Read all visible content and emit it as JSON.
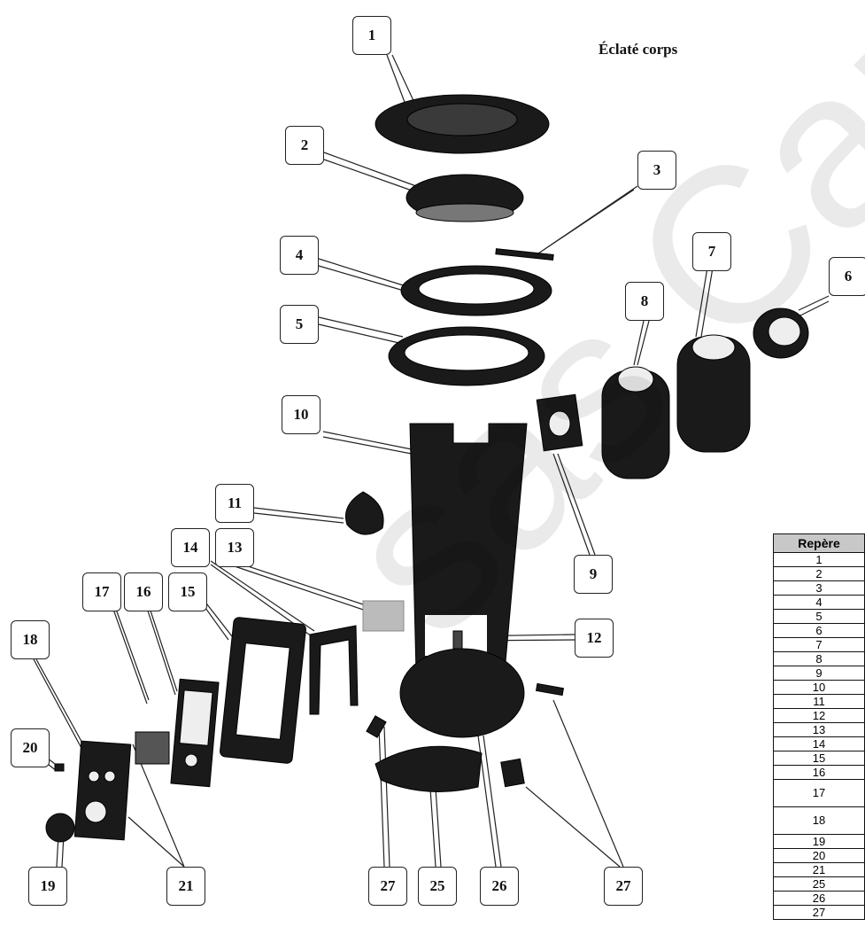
{
  "title": "Éclaté corps",
  "table": {
    "header": "Repère",
    "rows": [
      "1",
      "2",
      "3",
      "4",
      "5",
      "6",
      "7",
      "8",
      "9",
      "10",
      "11",
      "12",
      "13",
      "14",
      "15",
      "16",
      "17",
      "18",
      "19",
      "20",
      "21",
      "25",
      "26",
      "27"
    ]
  },
  "callouts": [
    "1",
    "2",
    "3",
    "4",
    "5",
    "6",
    "7",
    "8",
    "9",
    "10",
    "11",
    "12",
    "13",
    "14",
    "15",
    "16",
    "17",
    "18",
    "19",
    "20",
    "21",
    "27",
    "25",
    "26",
    "27"
  ],
  "watermark": "sas Can"
}
